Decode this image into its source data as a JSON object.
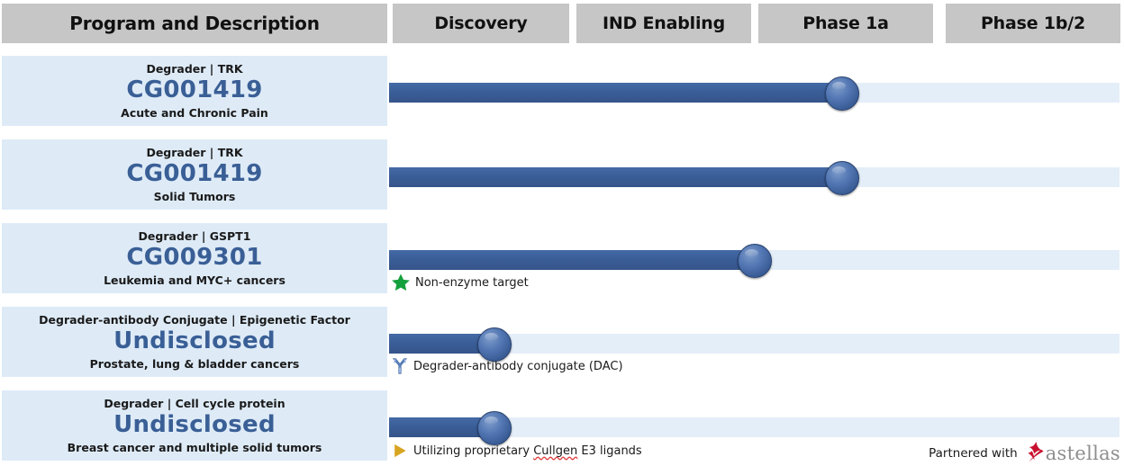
{
  "chart_data": {
    "type": "table",
    "title": "Clinical pipeline",
    "columns": [
      "Program and Description",
      "Discovery",
      "IND Enabling",
      "Phase 1a",
      "Phase 1b/2"
    ],
    "stage_axis": [
      "Discovery",
      "IND Enabling",
      "Phase 1a",
      "Phase 1b/2"
    ],
    "rows": [
      {
        "modality": "Degrader |  TRK",
        "program": "CG001419",
        "indication": "Acute and Chronic Pain",
        "progress_stage": "Phase 1a",
        "progress_pct": 62
      },
      {
        "modality": "Degrader |  TRK",
        "program": "CG001419",
        "indication": "Solid Tumors",
        "progress_stage": "Phase 1a",
        "progress_pct": 62
      },
      {
        "modality": "Degrader |  GSPT1",
        "program": "CG009301",
        "indication": "Leukemia and MYC+ cancers",
        "progress_stage": "IND Enabling",
        "progress_pct": 50
      },
      {
        "modality": "Degrader-antibody Conjugate |  Epigenetic Factor",
        "program": "Undisclosed",
        "indication": "Prostate, lung & bladder cancers",
        "progress_stage": "Discovery",
        "progress_pct": 14
      },
      {
        "modality": "Degrader |  Cell cycle protein",
        "program": "Undisclosed",
        "indication": "Breast cancer and multiple solid tumors",
        "progress_stage": "Discovery",
        "progress_pct": 14
      }
    ]
  },
  "header": {
    "program_column": "Program and Description",
    "stages": [
      {
        "label": "Discovery"
      },
      {
        "label": "IND Enabling"
      },
      {
        "label": "Phase 1a"
      },
      {
        "label": "Phase 1b/2"
      }
    ]
  },
  "rows": [
    {
      "modality": "Degrader |  TRK",
      "program": "CG001419",
      "indication": "Acute and Chronic Pain"
    },
    {
      "modality": "Degrader |  TRK",
      "program": "CG001419",
      "indication": "Solid Tumors"
    },
    {
      "modality": "Degrader |  GSPT1",
      "program": "CG009301",
      "indication": "Leukemia and MYC+ cancers"
    },
    {
      "modality": "Degrader-antibody Conjugate |  Epigenetic Factor",
      "program": "Undisclosed",
      "indication": "Prostate, lung & bladder cancers"
    },
    {
      "modality": "Degrader |  Cell cycle protein",
      "program": "Undisclosed",
      "indication": "Breast cancer and multiple solid tumors"
    }
  ],
  "notes": {
    "non_enzyme": "Non-enzyme target",
    "dac": "Degrader-antibody conjugate (DAC)",
    "ligands_prefix": "Utilizing proprietary ",
    "ligands_brand": "Cullgen",
    "ligands_suffix": " E3 ligands"
  },
  "partner": {
    "label": "Partnered with",
    "name": "astellas"
  },
  "colors": {
    "header_bg": "#c6c6c6",
    "cell_bg": "#deebf7",
    "bar_fill": "#3b5e98",
    "bar_track": "#e4eef8",
    "program_text": "#3a5f96",
    "star_green": "#14a03c",
    "triangle_gold": "#d8a521",
    "astellas_red": "#c8102e",
    "astellas_gray": "#8e8e8e",
    "spellcheck_red": "#e03a3a"
  }
}
